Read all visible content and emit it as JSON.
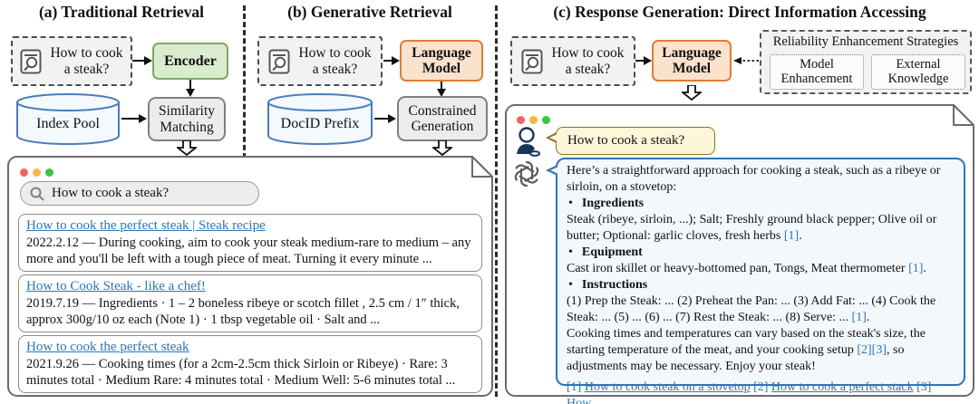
{
  "figure": {
    "panel_a": {
      "title": "(a) Traditional Retrieval",
      "query": "How to cook\na steak?",
      "encoder_label": "Encoder",
      "index_label": "Index Pool",
      "process_label": "Similarity\nMatching"
    },
    "panel_b": {
      "title": "(b) Generative Retrieval",
      "query": "How to cook\na steak?",
      "model_label": "Language\nModel",
      "index_label": "DocID Prefix",
      "process_label": "Constrained\nGeneration"
    },
    "panel_c": {
      "title": "(c) Response Generation: Direct Information Accessing",
      "query": "How to cook\na steak?",
      "model_label": "Language\nModel",
      "reliability_title": "Reliability Enhancement Strategies",
      "strategy_1": "Model\nEnhancement",
      "strategy_2": "External\nKnowledge"
    }
  },
  "browser": {
    "search_query": "How to cook a steak?",
    "results": [
      {
        "title": "How to cook the perfect steak | Steak recipe",
        "snippet": "2022.2.12 — During cooking, aim to cook your steak medium-rare to medium – any more and you'll be left with a tough piece of meat. Turning it every minute ..."
      },
      {
        "title": "How to Cook Steak - like a chef!",
        "snippet": "2019.7.19 — Ingredients · 1 – 2 boneless ribeye or scotch fillet , 2.5 cm / 1″ thick, approx 300g/10 oz each (Note 1) · 1 tbsp vegetable oil · Salt and ..."
      },
      {
        "title": "How to cook the perfect steak",
        "snippet": "2021.9.26 — Cooking times (for a 2cm-2.5cm thick Sirloin or Ribeye) · Rare: 3 minutes total · Medium Rare: 4 minutes total · Medium Well: 5-6 minutes total ..."
      }
    ]
  },
  "chat": {
    "user_message": "How to cook a steak?",
    "response_lines": [
      [
        {
          "text": "Here’s a straightforward approach for cooking a steak, such as a ribeye or sirloin, on a stovetop:"
        }
      ],
      [
        {
          "text": "•",
          "style": "bullet"
        },
        {
          "text": "Ingredients",
          "style": "bold"
        }
      ],
      [
        {
          "text": "Steak (ribeye, sirloin, ...); Salt; Freshly ground black pepper; Olive oil or butter; Optional: garlic cloves, fresh herbs "
        },
        {
          "text": "[1]",
          "style": "ref"
        },
        {
          "text": "."
        }
      ],
      [
        {
          "text": "•",
          "style": "bullet"
        },
        {
          "text": "Equipment",
          "style": "bold"
        }
      ],
      [
        {
          "text": "Cast iron skillet or heavy-bottomed pan, Tongs, Meat thermometer "
        },
        {
          "text": "[1]",
          "style": "ref"
        },
        {
          "text": "."
        }
      ],
      [
        {
          "text": "•",
          "style": "bullet"
        },
        {
          "text": "Instructions",
          "style": "bold"
        }
      ],
      [
        {
          "text": "(1) Prep the Steak: ... (2) Preheat the Pan: ... (3) Add Fat: ... (4) Cook the Steak: ... (5) ... (6) ... (7) Rest the Steak: ... (8) Serve: ... "
        },
        {
          "text": "[1]",
          "style": "ref"
        },
        {
          "text": "."
        }
      ],
      [
        {
          "text": "Cooking times and temperatures can vary based on the steak's size, the starting temperature of the meat, and your cooking setup "
        },
        {
          "text": "[2][3]",
          "style": "ref"
        },
        {
          "text": ", so adjustments may be necessary. Enjoy your steak!"
        }
      ]
    ],
    "citations": [
      [
        {
          "text": "[1] ",
          "style": "ref"
        },
        {
          "text": "How to cook steak on a stovetop",
          "style": "link"
        },
        {
          "text": "  "
        },
        {
          "text": "[2] ",
          "style": "ref"
        },
        {
          "text": "How to cook a perfect stack",
          "style": "link"
        },
        {
          "text": "  "
        },
        {
          "text": "[3] ",
          "style": "ref"
        },
        {
          "text": "How ...",
          "style": "link"
        }
      ]
    ]
  },
  "colors": {
    "encoder_green_border": "#7cab62",
    "encoder_green_fill": "#d9ecd0",
    "model_orange_border": "#e07b39",
    "model_orange_fill": "#fbe2cc",
    "cylinder_blue": "#4a7ebb",
    "link_blue": "#2e75b6",
    "user_bubble_fill": "#fdf6d8",
    "ai_bubble_border": "#2e74b5",
    "traffic_red": "#f4635e",
    "traffic_yellow": "#fbb644",
    "traffic_green": "#3dc53e"
  }
}
